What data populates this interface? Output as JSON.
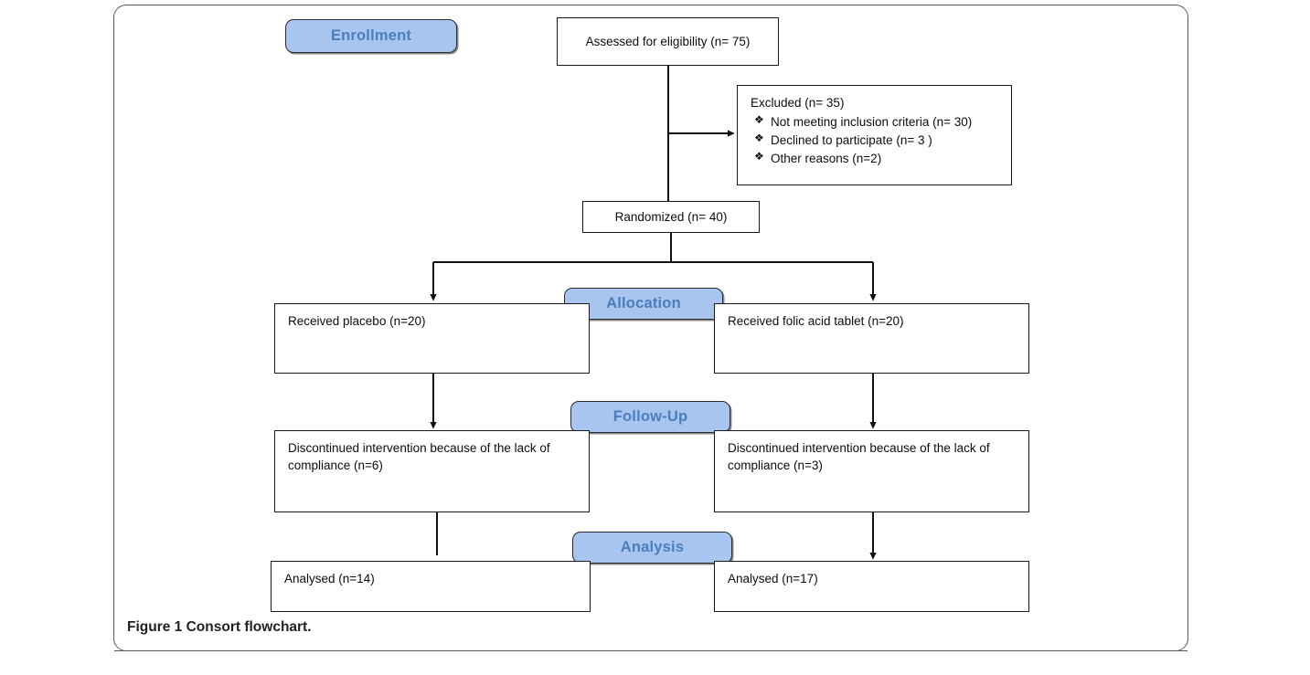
{
  "figure": {
    "label": "Figure 1",
    "title": "Consort flowchart.",
    "colors": {
      "badge_fill": "#a8c5f0",
      "badge_text": "#4a7ebc",
      "badge_border": "#2b2b2b",
      "box_border": "#1a1a1a",
      "frame_border": "#595959",
      "text": "#0d0d0d"
    }
  },
  "stages": [
    {
      "id": "enrollment",
      "label": "Enrollment"
    },
    {
      "id": "allocation",
      "label": "Allocation"
    },
    {
      "id": "followup",
      "label": "Follow-Up"
    },
    {
      "id": "analysis",
      "label": "Analysis"
    }
  ],
  "nodes": {
    "assessed": {
      "label": "Assessed for eligibility (n= 75)",
      "n": 75
    },
    "randomized": {
      "label": "Randomized (n= 40)",
      "n": 40
    },
    "excluded": {
      "title": "Excluded (n= 35)",
      "n": 35,
      "bullet_glyph": "❖",
      "reasons": [
        {
          "label": "Not meeting inclusion criteria (n= 30)",
          "n": 30
        },
        {
          "label": "Declined to participate (n= 3 )",
          "n": 3
        },
        {
          "label": "Other reasons (n=2)",
          "n": 2
        }
      ]
    },
    "alloc_left": {
      "label": "Received placebo (n=20)",
      "n": 20
    },
    "alloc_right": {
      "label": "Received folic acid tablet (n=20)",
      "n": 20
    },
    "follow_left": {
      "label": "Discontinued intervention because of the lack of compliance (n=6)",
      "n": 6
    },
    "follow_right": {
      "label": "Discontinued intervention because of the lack of compliance (n=3)",
      "n": 3
    },
    "analysis_left": {
      "label": "Analysed (n=14)",
      "n": 14
    },
    "analysis_right": {
      "label": "Analysed (n=17)",
      "n": 17
    }
  },
  "chart_data": {
    "type": "diagram",
    "title": "Consort flowchart",
    "flow": [
      {
        "from": "assessed",
        "to": "randomized",
        "arrow": false
      },
      {
        "from": "assessed",
        "to": "excluded",
        "arrow": true
      },
      {
        "from": "randomized",
        "to": "alloc_left",
        "arrow": true
      },
      {
        "from": "randomized",
        "to": "alloc_right",
        "arrow": true
      },
      {
        "from": "alloc_left",
        "to": "follow_left",
        "arrow": true
      },
      {
        "from": "alloc_right",
        "to": "follow_right",
        "arrow": true
      },
      {
        "from": "follow_left",
        "to": "analysis_left",
        "arrow": false
      },
      {
        "from": "follow_right",
        "to": "analysis_right",
        "arrow": true
      }
    ]
  }
}
